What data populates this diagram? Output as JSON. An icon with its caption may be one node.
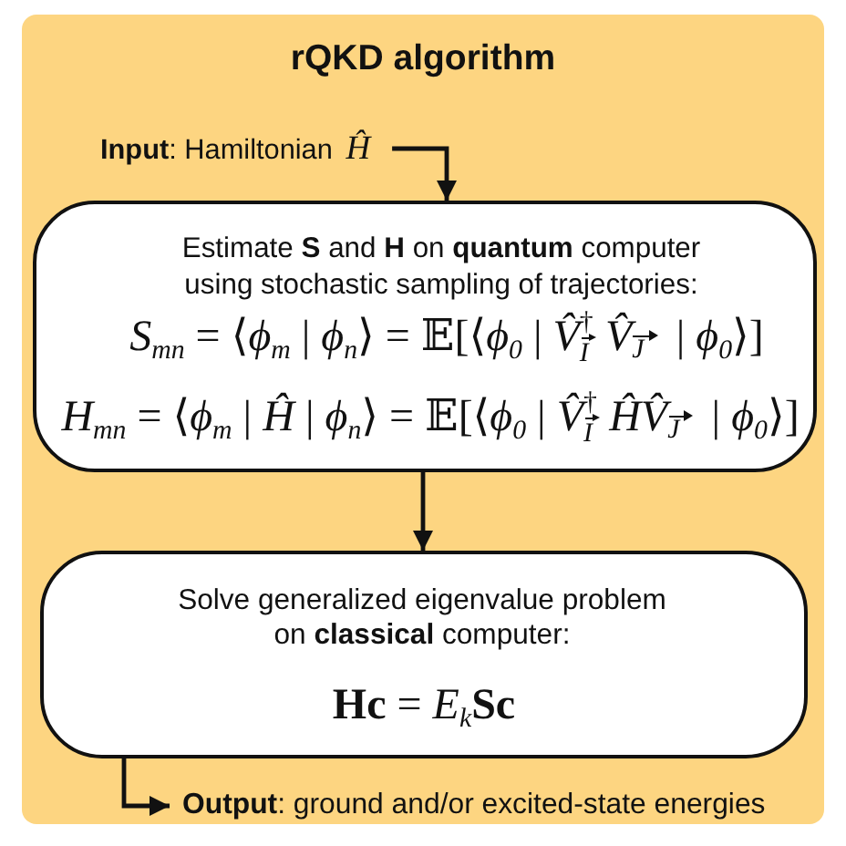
{
  "diagram": {
    "nodes": [
      {
        "text": [
          "rQKD algorithm"
        ]
      },
      {
        "text": [
          "**Input**: Hamiltonian *Ĥ*"
        ],
        "in": 0
      },
      {
        "text": [
          "Estimate **S** and **H** on **quantum** computer using stochastic sampling of trajectories:",
          "*S*$_{mn}$ = ⟨*ϕ*$_{m}$ | *ϕ*$_{n}$⟩ = 𝔼[⟨*ϕ*$_{0}$ | *V̂*$^{†}$$_{I⃗}$*V̂*$_{J⃗}$ | *ϕ*$_{0}$⟩]",
          "*H*$_{mn}$ = ⟨*ϕ*$_{m}$ | *Ĥ* | *ϕ*$_{n}$⟩ = 𝔼[⟨*ϕ*$_{0}$ | *V̂*$^{†}$$_{I⃗}$*ĤV̂*$_{J⃗}$ | *ϕ*$_{0}$⟩]"
        ],
        "in": 0
      },
      {
        "text": [
          "Solve generalized eigenvalue problem on **classical** computer:",
          "**Hc** = *E*$_{k}$**Sc**"
        ],
        "in": 0
      },
      {
        "text": [
          "**Output**: ground and/or excited-state energies"
        ],
        "in": 0
      }
    ],
    "edges": [
      {
        "from": 1,
        "to": 2,
        "arrow": "to"
      },
      {
        "from": 2,
        "to": 3,
        "arrow": "to"
      },
      {
        "from": 3,
        "to": 4,
        "arrow": "to"
      }
    ]
  }
}
